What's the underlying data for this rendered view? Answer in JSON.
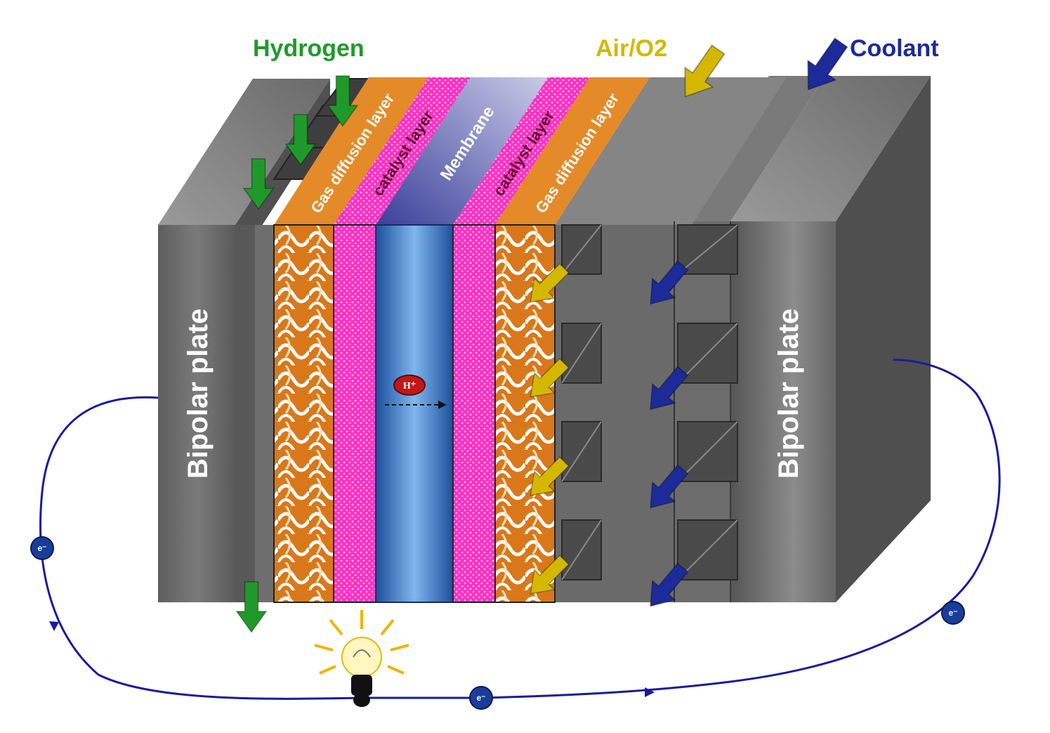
{
  "labels": {
    "hydrogen": "Hydrogen",
    "air": "Air/O2",
    "coolant": "Coolant",
    "bipolar_left": "Bipolar plate",
    "bipolar_right": "Bipolar plate",
    "gdl_left": "Gas diffusion layer",
    "catalyst_left": "catalyst layer",
    "membrane": "Membrane",
    "catalyst_right": "catalyst layer",
    "gdl_right": "Gas diffusion layer",
    "proton": "H⁺",
    "electron": "e⁻"
  },
  "colors": {
    "hydrogen": "#1f9a2a",
    "air": "#d4b800",
    "coolant": "#1c2a9a",
    "plate_front": "#6b6b6b",
    "plate_top": "#8a8a8a",
    "plate_side": "#4a4a4a",
    "gdl": "#e0831e",
    "catalyst": "#ff33c8",
    "membrane": "#3d86d0",
    "circuit": "#1a1aa0"
  },
  "icons": {
    "inlet_arrow": "arrow-icon",
    "lamp": "light-bulb-icon",
    "charge": "electron-icon"
  }
}
